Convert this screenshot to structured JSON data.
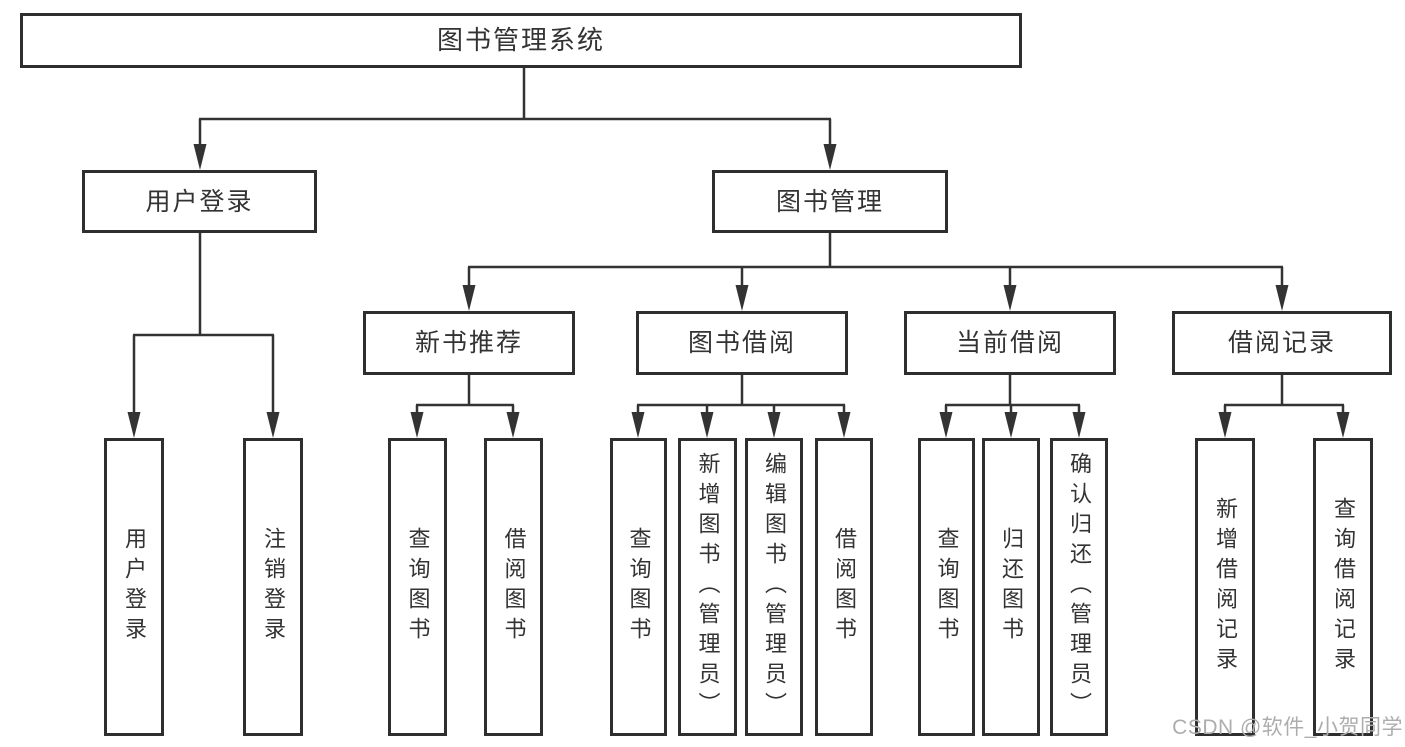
{
  "palette": {
    "background": "#ffffff",
    "line": "#333333",
    "box_border": "#2e2e2e",
    "text": "#333333",
    "watermark_color": "#adadad"
  },
  "watermark": {
    "text": "CSDN @软件_小贺同学"
  },
  "tree": {
    "root": {
      "label": "图书管理系统"
    },
    "children": [
      {
        "label": "用户登录",
        "children": [
          {
            "label": "用户登录"
          },
          {
            "label": "注销登录"
          }
        ]
      },
      {
        "label": "图书管理",
        "children": [
          {
            "label": "新书推荐",
            "children": [
              {
                "label": "查询图书"
              },
              {
                "label": "借阅图书"
              }
            ]
          },
          {
            "label": "图书借阅",
            "children": [
              {
                "label": "查询图书"
              },
              {
                "label": "新增图书（管理员）"
              },
              {
                "label": "编辑图书（管理员）"
              },
              {
                "label": "借阅图书"
              }
            ]
          },
          {
            "label": "当前借阅",
            "children": [
              {
                "label": "查询图书"
              },
              {
                "label": "归还图书"
              },
              {
                "label": "确认归还（管理员）"
              }
            ]
          },
          {
            "label": "借阅记录",
            "children": [
              {
                "label": "新增借阅记录"
              },
              {
                "label": "查询借阅记录"
              }
            ]
          }
        ]
      }
    ]
  }
}
